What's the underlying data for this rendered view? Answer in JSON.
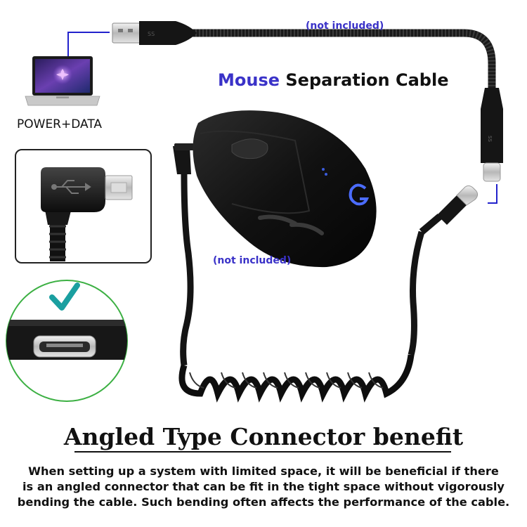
{
  "labels": {
    "not_included_top": "(not included)",
    "not_included_mid": "(not included)",
    "title_mouse": "Mouse",
    "title_rest": "Separation Cable",
    "power_data": "POWER+DATA"
  },
  "heading": "Angled Type Connector benefit",
  "body_lines": [
    "When setting up a system with limited space, it will be beneficial if there",
    "is an angled connector that can be fit in the tight space without vigorously",
    "bending the cable. Such bending often affects the performance of the cable."
  ],
  "colors": {
    "accent": "#3a32c8",
    "connector_line": "#2222cc",
    "check_green": "#1a9fa0",
    "circle_green": "#3cb043",
    "cable": "#111111"
  },
  "icons": {
    "usb_logo": "usb-trident-icon",
    "check": "check-mark-icon"
  }
}
